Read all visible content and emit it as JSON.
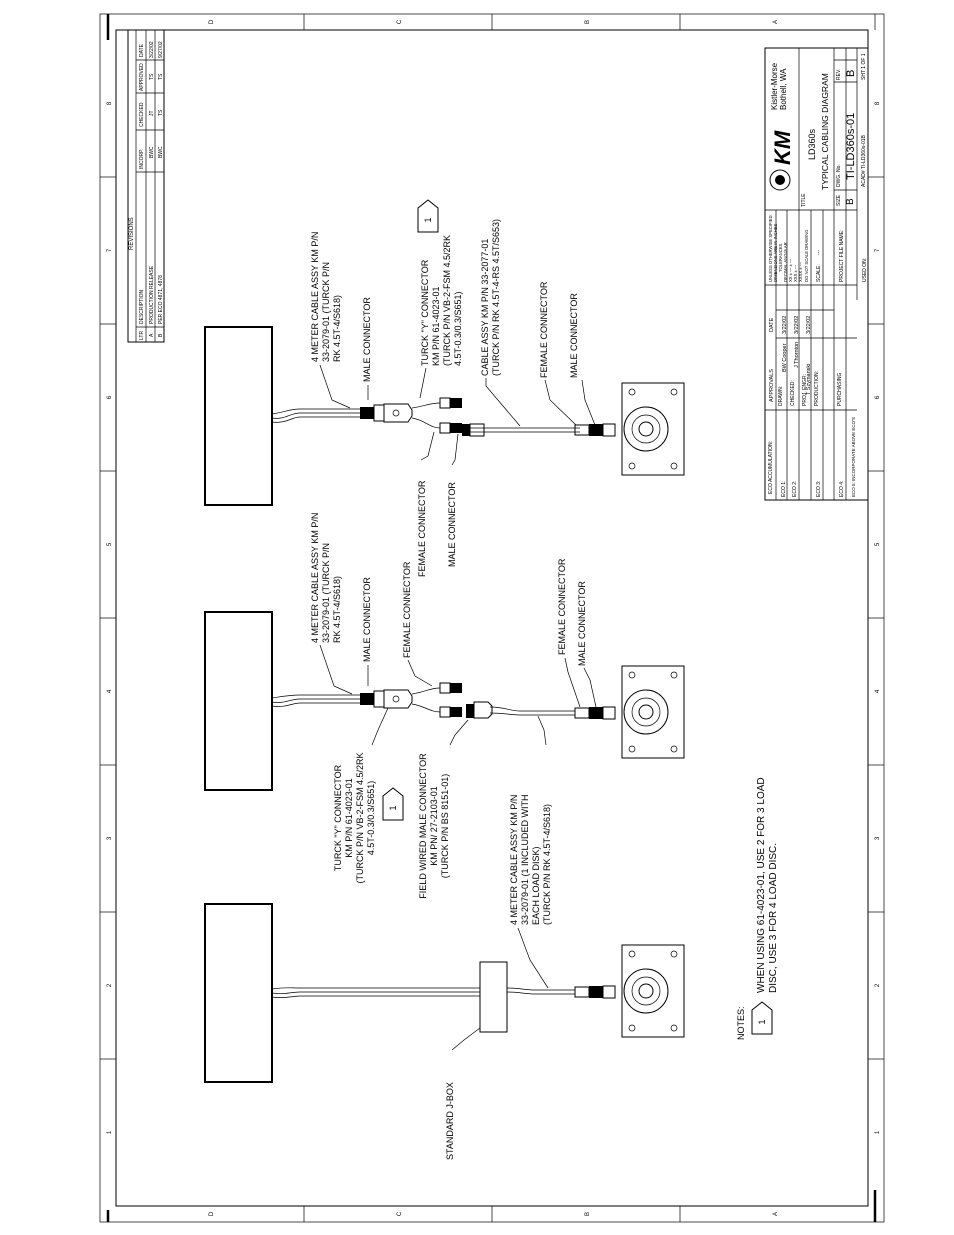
{
  "border": {
    "zones_top": [
      "8",
      "7",
      "6",
      "5",
      "4",
      "3",
      "2",
      "1"
    ],
    "zones_side": [
      "D",
      "C",
      "B",
      "A"
    ]
  },
  "revisions": {
    "title": "REVISIONS",
    "headers": [
      "LTR",
      "DESCRIPTION",
      "INCORP.",
      "CHECKED",
      "APPROVED",
      "DATE"
    ],
    "rows": [
      [
        "A",
        "PRODUCTION RELEASE",
        "BWC",
        "JT",
        "TS",
        "3/22/02"
      ],
      [
        "B",
        "PER ECO 4871, 4878",
        "BWC",
        "TS",
        "TS",
        "9/27/02"
      ]
    ]
  },
  "labels": {
    "d3_cable": [
      "4 METER CABLE ASSY KM P/N",
      "33-2079-01 (TURCK P/N",
      "RK 4.5T-4/S618)"
    ],
    "d3_male": "MALE CONNECTOR",
    "d3_y": [
      "TURCK \"Y\" CONNECTOR",
      "KM P/N 61-4023-01",
      "(TURCK P/N VB-2-FSM 4.5/2RK",
      "4.5T-0.3/0.3/S651)"
    ],
    "d3_cable2": [
      "CABLE ASSY KM P/N 33-2077-01",
      "(TURCK P/N RK 4.5T-4-RS 4.5T/S653)"
    ],
    "d3_female2": "FEMALE CONNECTOR",
    "d3_male2": "MALE CONNECTOR",
    "d3_female_in": "FEMALE CONNECTOR",
    "d3_male_in": "MALE CONNECTOR",
    "d2_cable": [
      "4 METER CABLE ASSY KM P/N",
      "33-2079-01 (TURCK P/N",
      "RK 4.5T-4/S618)"
    ],
    "d2_male": "MALE CONNECTOR",
    "d2_female": "FEMALE CONNECTOR",
    "d2_female_lc": "FEMALE CONNECTOR",
    "d2_male_lc": "MALE CONNECTOR",
    "d2_y": [
      "TURCK \"Y\" CONNECTOR",
      "KM P/N 61-4023-01",
      "(TURCK P/N VB-2-FSM 4.5/2RK",
      "4.5T-0.3/0.3/S651)"
    ],
    "d2_field": [
      "FIELD WIRED MALE CONNECTOR",
      "KM PN/ 27-2103-01",
      "(TURCK P/N BS 8151-01)"
    ],
    "d2_cable2": [
      "4 METER CABLE ASSY KM P/N",
      "33-2079-01 (1 INCLUDED WITH",
      "EACH LOAD DISK)",
      "(TURCK P/N RK 4.5T-4/S618)"
    ],
    "jbox": "STANDARD J-BOX",
    "note_flag": "1"
  },
  "notes": {
    "title": "NOTES:",
    "items": [
      {
        "flag": "1",
        "lines": [
          "WHEN USING 61-4023-01, USE 2 FOR 3 LOAD",
          "DISC, USE 3 FOR 4 LOAD DISC."
        ]
      }
    ]
  },
  "title_block": {
    "eco_title": "ECO\nACCUMULATION:",
    "eco_rows": [
      "ECO 1:",
      "ECO 2:",
      "ECO 3:",
      "ECO 4:",
      "ECO 5:\nINCORPORATE ABOVE ECO'S"
    ],
    "approvals": "APPROVALS",
    "date": "DATE",
    "drawn_label": "DRAWN:",
    "drawn_name": "BW Cooper",
    "drawn_date": "3/22/02",
    "checked_label": "CHECKED:",
    "checked_name": "J Thornton",
    "checked_date": "3/22/02",
    "proj_label": "PROJ. ENGR:",
    "proj_name": "T Szymanski",
    "proj_date": "3/22/02",
    "production": "PRODUCTION:",
    "purchasing": "PURCHASING",
    "tol": [
      "UNLESS OTHERWISE SPECIFIED:",
      "DIMENSIONS ARE IN INCHES",
      "TOLERANCES",
      "DECIMAL      ANGULAR",
      "XX  ±  ---       ± ---",
      "XXX  ±  ---",
      "XXXX  ±  ---",
      "DO NOT SCALE DRAWING"
    ],
    "scale_label": "SCALE:",
    "scale_val": "---",
    "project_file": "PROJECT FILE NAME:",
    "used_on": "USED ON:",
    "company": [
      "Kistler-Morse",
      "Bothell, WA"
    ],
    "logo": "KM",
    "title_label": "TITLE",
    "title1": "LD360s",
    "title2": "TYPICAL CABLING DIAGRAM",
    "size_label": "SIZE",
    "size": "B",
    "dwg_label": "DWG. No.",
    "dwg_no": "TI-LD360s-01",
    "rev_label": "REV.",
    "rev": "B",
    "acad": "ACAD#  TI-LD360s-01B",
    "sheet": "SHT 1 OF 1"
  }
}
